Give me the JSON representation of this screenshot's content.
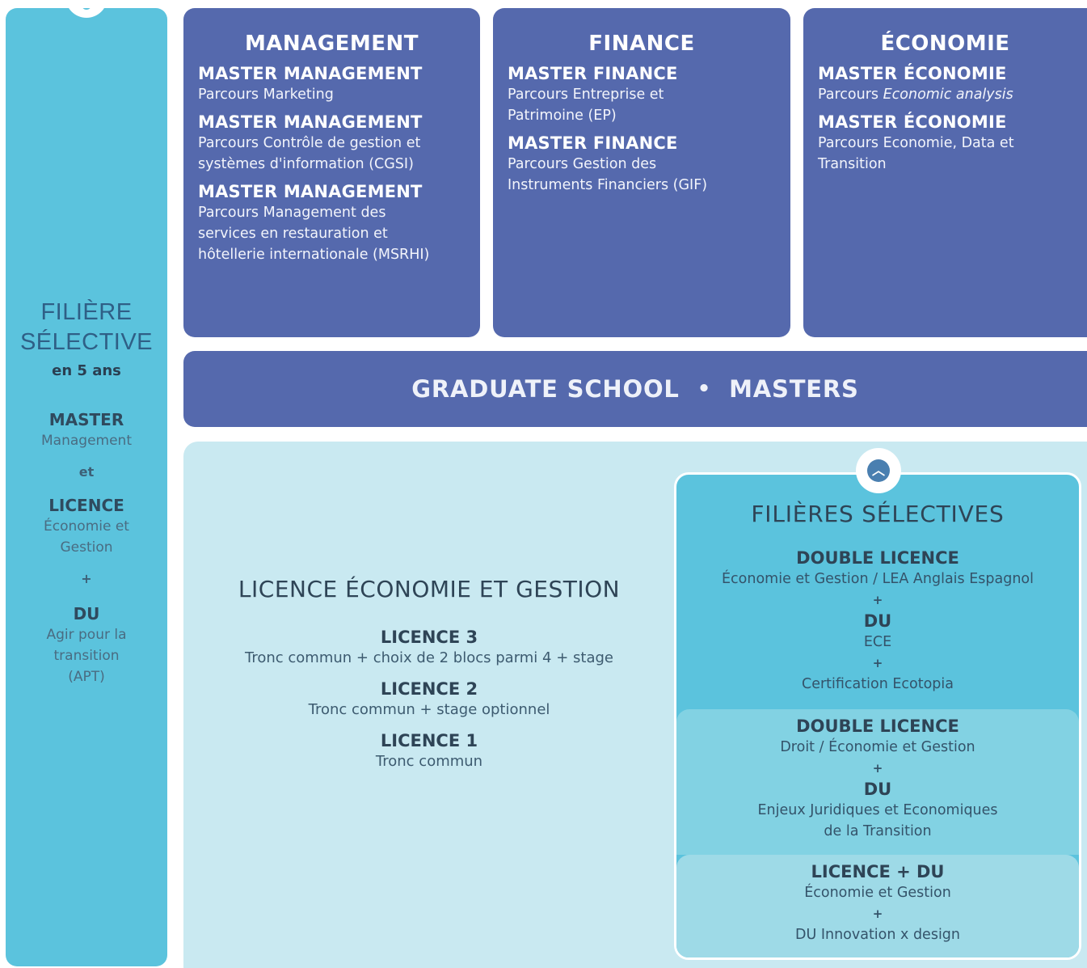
{
  "left": {
    "title_line1": "FILIÈRE",
    "title_line2": "SÉLECTIVE",
    "subtitle": "en 5 ans",
    "master_label": "MASTER",
    "master_text": "Management",
    "and": "et",
    "licence_label": "LICENCE",
    "licence_text1": "Économie et",
    "licence_text2": "Gestion",
    "plus": "+",
    "du_label": "DU",
    "du_text1": "Agir pour la",
    "du_text2": "transition",
    "du_text3": "(APT)"
  },
  "cards": {
    "management": {
      "title": "MANAGEMENT",
      "programs": [
        {
          "name": "MASTER MANAGEMENT",
          "track1": "Parcours Marketing"
        },
        {
          "name": "MASTER MANAGEMENT",
          "track1": "Parcours Contrôle de gestion et",
          "track2": "systèmes d'information (CGSI)"
        },
        {
          "name": "MASTER MANAGEMENT",
          "track1": "Parcours Management des",
          "track2": "services en restauration et",
          "track3": "hôtellerie internationale (MSRHI)"
        }
      ]
    },
    "finance": {
      "title": "FINANCE",
      "programs": [
        {
          "name": "MASTER FINANCE",
          "track1": "Parcours Entreprise et",
          "track2": "Patrimoine (EP)"
        },
        {
          "name": "MASTER FINANCE",
          "track1": "Parcours Gestion des",
          "track2": "Instruments Financiers (GIF)"
        }
      ]
    },
    "economie": {
      "title": "ÉCONOMIE",
      "programs": [
        {
          "name": "MASTER ÉCONOMIE",
          "track_prefix": "Parcours ",
          "track_italic": "Economic analysis"
        },
        {
          "name": "MASTER ÉCONOMIE",
          "track1": "Parcours Economie, Data et",
          "track2": "Transition"
        }
      ]
    }
  },
  "graduate": {
    "left": "GRADUATE SCHOOL",
    "dot": "•",
    "right": "MASTERS"
  },
  "licence": {
    "title": "LICENCE ÉCONOMIE ET GESTION",
    "levels": [
      {
        "name": "LICENCE 3",
        "desc": "Tronc commun + choix de 2 blocs parmi 4 + stage"
      },
      {
        "name": "LICENCE 2",
        "desc": "Tronc commun + stage optionnel"
      },
      {
        "name": "LICENCE 1",
        "desc": "Tronc commun"
      }
    ]
  },
  "selective": {
    "title": "FILIÈRES SÉLECTIVES",
    "sections": [
      {
        "head": "DOUBLE LICENCE",
        "text1": "Économie et Gestion / LEA Anglais Espagnol",
        "plus1": "+",
        "head2": "DU",
        "text2": "ECE",
        "plus2": "+",
        "text3": "Certification Ecotopia"
      },
      {
        "head": "DOUBLE LICENCE",
        "text1": "Droit / Économie et Gestion",
        "plus1": "+",
        "head2": "DU",
        "text2": "Enjeux Juridiques et Economiques",
        "text3": "de la Transition"
      },
      {
        "head": "LICENCE + DU",
        "text1": "Économie et Gestion",
        "plus1": "+",
        "text2": "DU Innovation x design"
      }
    ]
  },
  "colors": {
    "dark_blue": "#5569ad",
    "cyan": "#5bc3dd",
    "light_cyan": "#c9e9f1",
    "text_dark": "#2e4456"
  }
}
